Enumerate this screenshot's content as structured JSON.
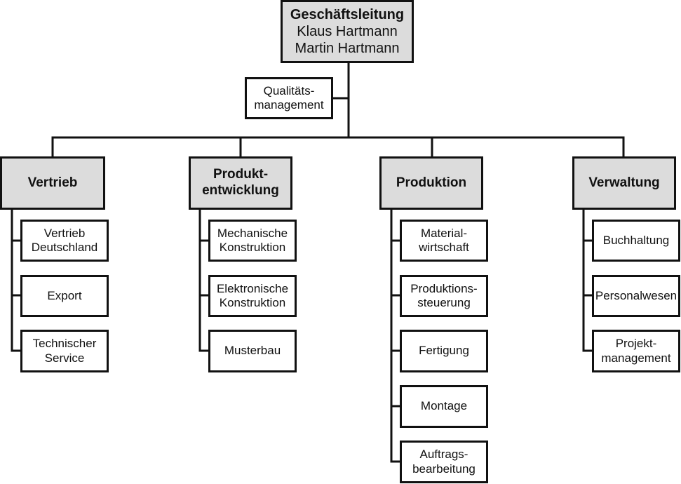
{
  "head": {
    "title": "Geschäftsleitung",
    "names": [
      "Klaus Hartmann",
      "Martin Hartmann"
    ]
  },
  "staff": [
    "Qualitäts-",
    "management"
  ],
  "departments": [
    {
      "lines": [
        "Vertrieb"
      ],
      "units": [
        [
          "Vertrieb",
          "Deutschland"
        ],
        [
          "Export"
        ],
        [
          "Technischer",
          "Service"
        ]
      ]
    },
    {
      "lines": [
        "Produkt-",
        "entwicklung"
      ],
      "units": [
        [
          "Mechanische",
          "Konstruktion"
        ],
        [
          "Elektronische",
          "Konstruktion"
        ],
        [
          "Musterbau"
        ]
      ]
    },
    {
      "lines": [
        "Produktion"
      ],
      "units": [
        [
          "Material-",
          "wirtschaft"
        ],
        [
          "Produktions-",
          "steuerung"
        ],
        [
          "Fertigung"
        ],
        [
          "Montage"
        ],
        [
          "Auftrags-",
          "bearbeitung"
        ]
      ]
    },
    {
      "lines": [
        "Verwaltung"
      ],
      "units": [
        [
          "Buchhaltung"
        ],
        [
          "Personalwesen"
        ],
        [
          "Projekt-",
          "management"
        ]
      ]
    }
  ]
}
